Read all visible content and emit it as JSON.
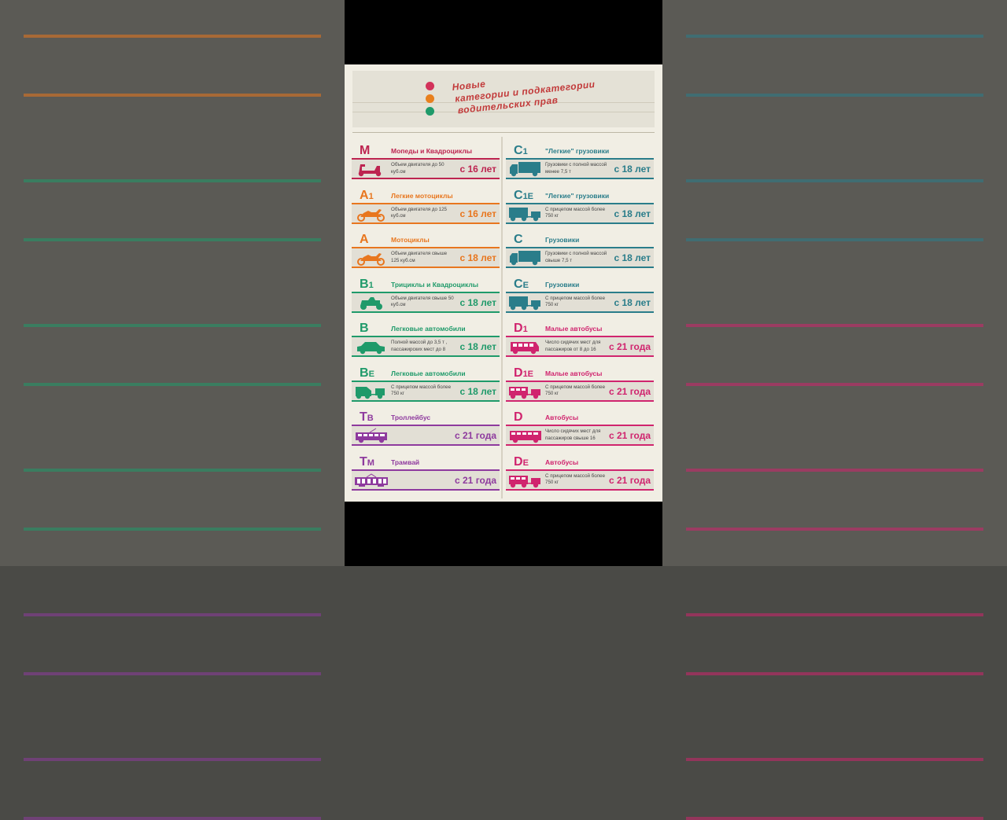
{
  "header": {
    "title_lines": [
      "Новые",
      "категории и подкатегории",
      "водительских прав"
    ],
    "traffic_light_colors": [
      "#d2325a",
      "#e8801e",
      "#1f9a6a"
    ]
  },
  "colors": {
    "crimson": "#bd2450",
    "orange": "#e8761e",
    "green": "#1f9a6a",
    "purple": "#8e3a9e",
    "teal": "#2a7d8a",
    "magenta": "#d0246e"
  },
  "left": [
    {
      "code": "M",
      "sub": "",
      "title": "Мопеды и Квадроциклы",
      "desc": "Объем двигателя до 50 куб.см",
      "age": "с 16 лет",
      "color": "crimson",
      "icon": "scooter-icon"
    },
    {
      "code": "A",
      "sub": "1",
      "title": "Легкие мотоциклы",
      "desc": "Объем двигателя до 125 куб.см",
      "age": "с 16 лет",
      "color": "orange",
      "icon": "motorcycle-icon"
    },
    {
      "code": "A",
      "sub": "",
      "title": "Мотоциклы",
      "desc": "Объем двигателя свыше 125 куб.см",
      "age": "с 18 лет",
      "color": "orange",
      "icon": "motorcycle-icon"
    },
    {
      "code": "B",
      "sub": "1",
      "title": "Трициклы и Квадроциклы",
      "desc": "Объем двигателя свыше 50 куб.см",
      "age": "с 18 лет",
      "color": "green",
      "icon": "quad-bike-icon"
    },
    {
      "code": "B",
      "sub": "",
      "title": "Легковые автомобили",
      "desc": "Полной массой до 3,5 т , пассажирских мест до 8",
      "age": "с 18 лет",
      "color": "green",
      "icon": "car-icon"
    },
    {
      "code": "B",
      "sub": "E",
      "title": "Легковые автомобили",
      "desc": "С прицепом массой более 750 кг",
      "age": "с 18 лет",
      "color": "green",
      "icon": "car-trailer-icon"
    },
    {
      "code": "T",
      "sub": "B",
      "title": "Троллейбус",
      "desc": "",
      "age": "с 21 года",
      "color": "purple",
      "icon": "trolleybus-icon"
    },
    {
      "code": "T",
      "sub": "M",
      "title": "Трамвай",
      "desc": "",
      "age": "с 21 года",
      "color": "purple",
      "icon": "tram-icon"
    }
  ],
  "right": [
    {
      "code": "C",
      "sub": "1",
      "title": "\"Легкие\" грузовики",
      "desc": "Грузовики с полной массой менее 7,5 т",
      "age": "с 18 лет",
      "color": "teal",
      "icon": "truck-icon"
    },
    {
      "code": "C",
      "sub": "1E",
      "title": "\"Легкие\" грузовики",
      "desc": "С прицепом массой более 750 кг",
      "age": "с 18 лет",
      "color": "teal",
      "icon": "truck-trailer-icon"
    },
    {
      "code": "C",
      "sub": "",
      "title": "Грузовики",
      "desc": "Грузовики с полной массой свыше 7,5 т",
      "age": "с 18 лет",
      "color": "teal",
      "icon": "truck-icon"
    },
    {
      "code": "C",
      "sub": "E",
      "title": "Грузовики",
      "desc": "С прицепом массой более 750 кг",
      "age": "с 18 лет",
      "color": "teal",
      "icon": "truck-trailer-icon"
    },
    {
      "code": "D",
      "sub": "1",
      "title": "Малые автобусы",
      "desc": "Число сидячих мест для пассажиров от 8 до 16",
      "age": "с 21 года",
      "color": "magenta",
      "icon": "minibus-icon"
    },
    {
      "code": "D",
      "sub": "1E",
      "title": "Малые автобусы",
      "desc": "С прицепом массой более 750 кг",
      "age": "с 21 года",
      "color": "magenta",
      "icon": "bus-trailer-icon"
    },
    {
      "code": "D",
      "sub": "",
      "title": "Автобусы",
      "desc": "Число сидячих мест для пассажиров свыше 16",
      "age": "с 21 года",
      "color": "magenta",
      "icon": "bus-icon"
    },
    {
      "code": "D",
      "sub": "E",
      "title": "Автобусы",
      "desc": "С прицепом массой более 750 кг",
      "age": "с 21 года",
      "color": "magenta",
      "icon": "bus-trailer-icon"
    }
  ]
}
